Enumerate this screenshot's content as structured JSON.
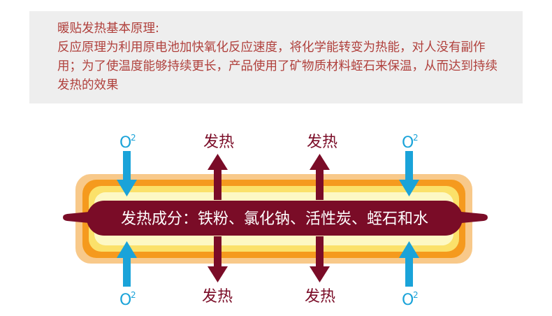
{
  "info": {
    "heading": "暖贴发热基本原理:",
    "body": "反应原理为利用原电池加快氧化反应速度，将化学能转变为热能，对人没有副作用；为了使温度能够持续更长，产品使用了矿物质材料蛭石来保温，从而达到持续发热的效果"
  },
  "diagram": {
    "core_label": "发热成分：铁粉、氯化钠、活性炭、蛭石和水",
    "heat_label": "发热",
    "oxygen_label": "O",
    "oxygen_superscript": "2",
    "colors": {
      "text_red": "#b0403c",
      "dark_red": "#7a0c27",
      "blue": "#1aa3d9",
      "orange_outer": "#f8c98a",
      "orange": "#f59a1e",
      "yellow_outer": "#fbe16a",
      "yellow_inner": "#fdf8c4"
    }
  }
}
